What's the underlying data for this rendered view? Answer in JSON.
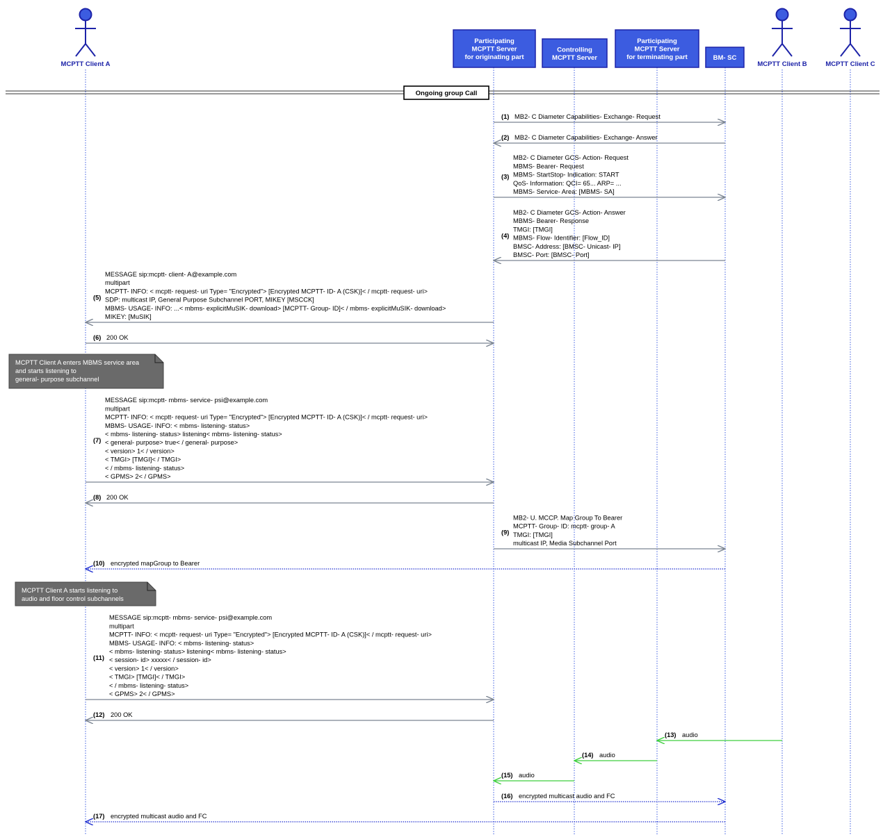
{
  "participants": [
    {
      "id": "clientA",
      "kind": "actor",
      "lines": [
        "MCPTT Client A"
      ]
    },
    {
      "id": "origSrv",
      "kind": "box",
      "lines": [
        "Participating",
        "MCPTT Server",
        "for originating part"
      ]
    },
    {
      "id": "ctrlSrv",
      "kind": "box",
      "lines": [
        "Controlling",
        "MCPTT Server"
      ]
    },
    {
      "id": "termSrv",
      "kind": "box",
      "lines": [
        "Participating",
        "MCPTT Server",
        "for terminating part"
      ]
    },
    {
      "id": "bmsc",
      "kind": "box",
      "lines": [
        "BM- SC"
      ]
    },
    {
      "id": "clientB",
      "kind": "actor",
      "lines": [
        "MCPTT Client B"
      ]
    },
    {
      "id": "clientC",
      "kind": "actor",
      "lines": [
        "MCPTT Client C"
      ]
    }
  ],
  "separator": {
    "label": "Ongoing group Call"
  },
  "messages": [
    {
      "num": "(1)",
      "from": "origSrv",
      "to": "bmsc",
      "style": "solid",
      "lines": [
        "MB2- C Diameter Capabilities- Exchange- Request"
      ]
    },
    {
      "num": "(2)",
      "from": "bmsc",
      "to": "origSrv",
      "style": "solid",
      "lines": [
        "MB2- C Diameter Capabilities- Exchange- Answer"
      ]
    },
    {
      "num": "(3)",
      "from": "origSrv",
      "to": "bmsc",
      "style": "solid",
      "lines": [
        "MB2- C Diameter GCS- Action- Request",
        "MBMS- Bearer- Request",
        "        MBMS- StartStop- Indication: START",
        "        QoS- Information: QCI= 65... ARP= ...",
        "        MBMS- Service- Area: [MBMS- SA]"
      ]
    },
    {
      "num": "(4)",
      "from": "bmsc",
      "to": "origSrv",
      "style": "solid",
      "lines": [
        "MB2- C Diameter GCS- Action- Answer",
        "MBMS- Bearer- Response",
        "        TMGI: [TMGI]",
        "        MBMS- Flow- Identifier: [Flow_ID]",
        "        BMSC- Address: [BMSC- Unicast- IP]",
        "        BMSC- Port: [BMSC- Port]"
      ]
    },
    {
      "num": "(5)",
      "from": "origSrv",
      "to": "clientA",
      "style": "solid",
      "lines": [
        "MESSAGE sip:mcptt- client- A@example.com",
        " multipart",
        " MCPTT- INFO: < mcptt- request- uri Type= \"Encrypted\"> [Encrypted MCPTT- ID- A (CSK)]< / mcptt- request- uri>",
        " SDP: multicast IP, General Purpose Subchannel PORT, MIKEY [MSCCK]",
        " MBMS- USAGE- INFO: ...< mbms- explicitMuSIK- download> [MCPTT- Group- ID]< / mbms- explicitMuSIK- download>",
        " MIKEY: [MuSIK]"
      ]
    },
    {
      "num": "(6)",
      "from": "clientA",
      "to": "origSrv",
      "style": "solid",
      "lines": [
        "200 OK"
      ]
    },
    {
      "num": "(7)",
      "from": "clientA",
      "to": "origSrv",
      "style": "solid",
      "lines": [
        "MESSAGE sip:mcptt- mbms- service- psi@example.com",
        " multipart",
        " MCPTT- INFO: < mcptt- request- uri Type= \"Encrypted\"> [Encrypted MCPTT- ID- A (CSK)]< / mcptt- request- uri>",
        " MBMS- USAGE- INFO: < mbms- listening- status>",
        "< mbms- listening- status> listening< mbms- listening- status>",
        "< general- purpose> true< / general- purpose>",
        "< version> 1< / version>",
        "< TMGI> [TMGI]< / TMGI>",
        "< / mbms- listening- status>",
        "< GPMS> 2< / GPMS>"
      ]
    },
    {
      "num": "(8)",
      "from": "origSrv",
      "to": "clientA",
      "style": "solid",
      "lines": [
        "200 OK"
      ]
    },
    {
      "num": "(9)",
      "from": "origSrv",
      "to": "bmsc",
      "style": "solid",
      "lines": [
        "MB2- U. MCCP. Map Group To Bearer",
        " MCPTT- Group- ID: mcptt- group- A",
        " TMGI: [TMGI]",
        " multicast IP, Media Subchannel Port"
      ]
    },
    {
      "num": "(10)",
      "from": "bmsc",
      "to": "clientA",
      "style": "dotted",
      "lines": [
        "encrypted mapGroup to Bearer"
      ]
    },
    {
      "num": "(11)",
      "from": "clientA",
      "to": "origSrv",
      "style": "solid",
      "lines": [
        "MESSAGE sip:mcptt- mbms- service- psi@example.com",
        " multipart",
        " MCPTT- INFO: < mcptt- request- uri Type= \"Encrypted\"> [Encrypted MCPTT- ID- A (CSK)]< / mcptt- request- uri>",
        " MBMS- USAGE- INFO: < mbms- listening- status>",
        "< mbms- listening- status> listening< mbms- listening- status>",
        "< session- id> xxxxx< / session- id>",
        "< version> 1< / version>",
        "< TMGI> [TMGI]< / TMGI>",
        "< / mbms- listening- status>",
        "< GPMS> 2< / GPMS>"
      ]
    },
    {
      "num": "(12)",
      "from": "origSrv",
      "to": "clientA",
      "style": "solid",
      "lines": [
        "200 OK"
      ]
    },
    {
      "num": "(13)",
      "from": "clientB",
      "to": "termSrv",
      "style": "green",
      "lines": [
        "audio"
      ]
    },
    {
      "num": "(14)",
      "from": "termSrv",
      "to": "ctrlSrv",
      "style": "green",
      "lines": [
        "audio"
      ]
    },
    {
      "num": "(15)",
      "from": "ctrlSrv",
      "to": "origSrv",
      "style": "green",
      "lines": [
        "audio"
      ]
    },
    {
      "num": "(16)",
      "from": "origSrv",
      "to": "bmsc",
      "style": "dotted",
      "lines": [
        "encrypted multicast audio and FC"
      ]
    },
    {
      "num": "(17)",
      "from": "bmsc",
      "to": "clientA",
      "style": "dotted",
      "lines": [
        "encrypted multicast audio and FC"
      ]
    }
  ],
  "notes": [
    {
      "lines": [
        "MCPTT Client A enters MBMS service area",
        " and starts listening to",
        " general- purpose subchannel"
      ]
    },
    {
      "lines": [
        "MCPTT Client A starts listening to",
        " audio and floor control subchannels"
      ]
    }
  ],
  "colors": {
    "participant_fill": "#3c5ce0",
    "participant_border": "#1d23a8",
    "actor": "#1d23a8",
    "lifeline": "#3c5ce0",
    "solid_arrow": "#7b8592",
    "dotted_arrow": "#2030d0",
    "green_arrow": "#3fcf3f",
    "note_fill": "#6a6a6a"
  }
}
